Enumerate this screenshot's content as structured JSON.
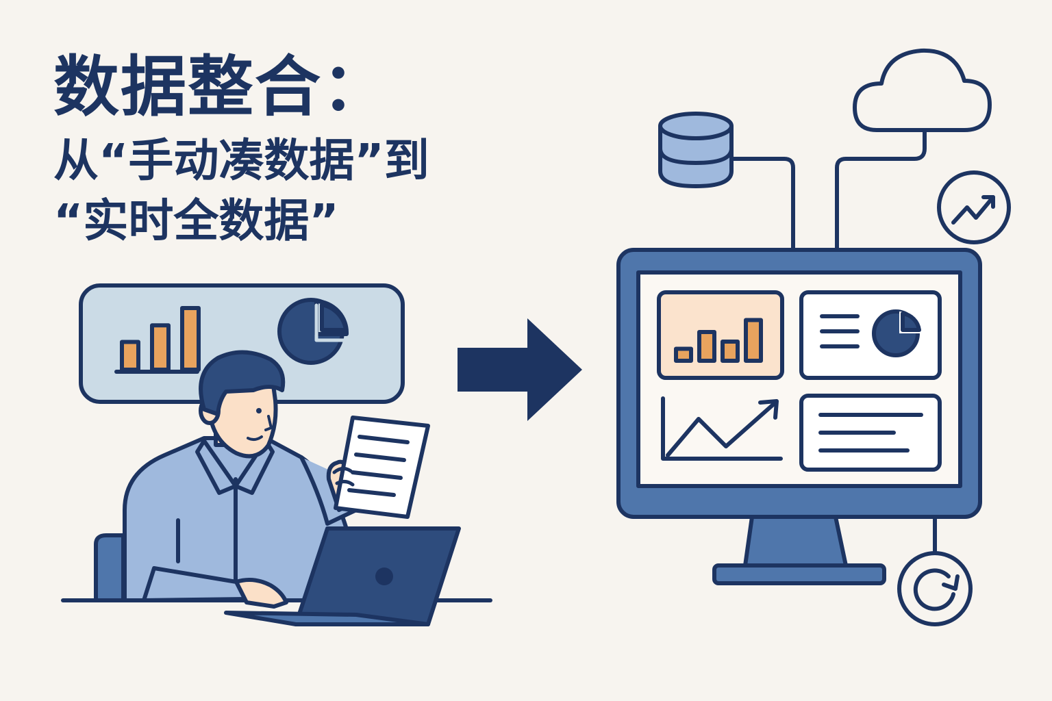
{
  "title": {
    "main": "数据整合：",
    "sub_line1": "从“手动凑数据”到",
    "sub_line2": "“实时全数据”"
  },
  "colors": {
    "background": "#f7f4ef",
    "navy": "#1d3461",
    "blue": "#4f76ab",
    "light_blue": "#cbdbe6",
    "shirt_blue": "#9fb9dd",
    "orange": "#e8a35e",
    "orange_tint": "#fbe3cd"
  },
  "icons": {
    "database": "database-icon",
    "cloud": "cloud-icon",
    "trend": "trend-up-icon",
    "refresh": "refresh-icon",
    "arrow": "arrow-right-icon"
  },
  "manual_panel": {
    "bar_values": [
      0.45,
      0.72,
      1.0
    ]
  },
  "dashboard": {
    "bar_values": [
      0.25,
      0.6,
      0.4,
      0.85
    ]
  }
}
